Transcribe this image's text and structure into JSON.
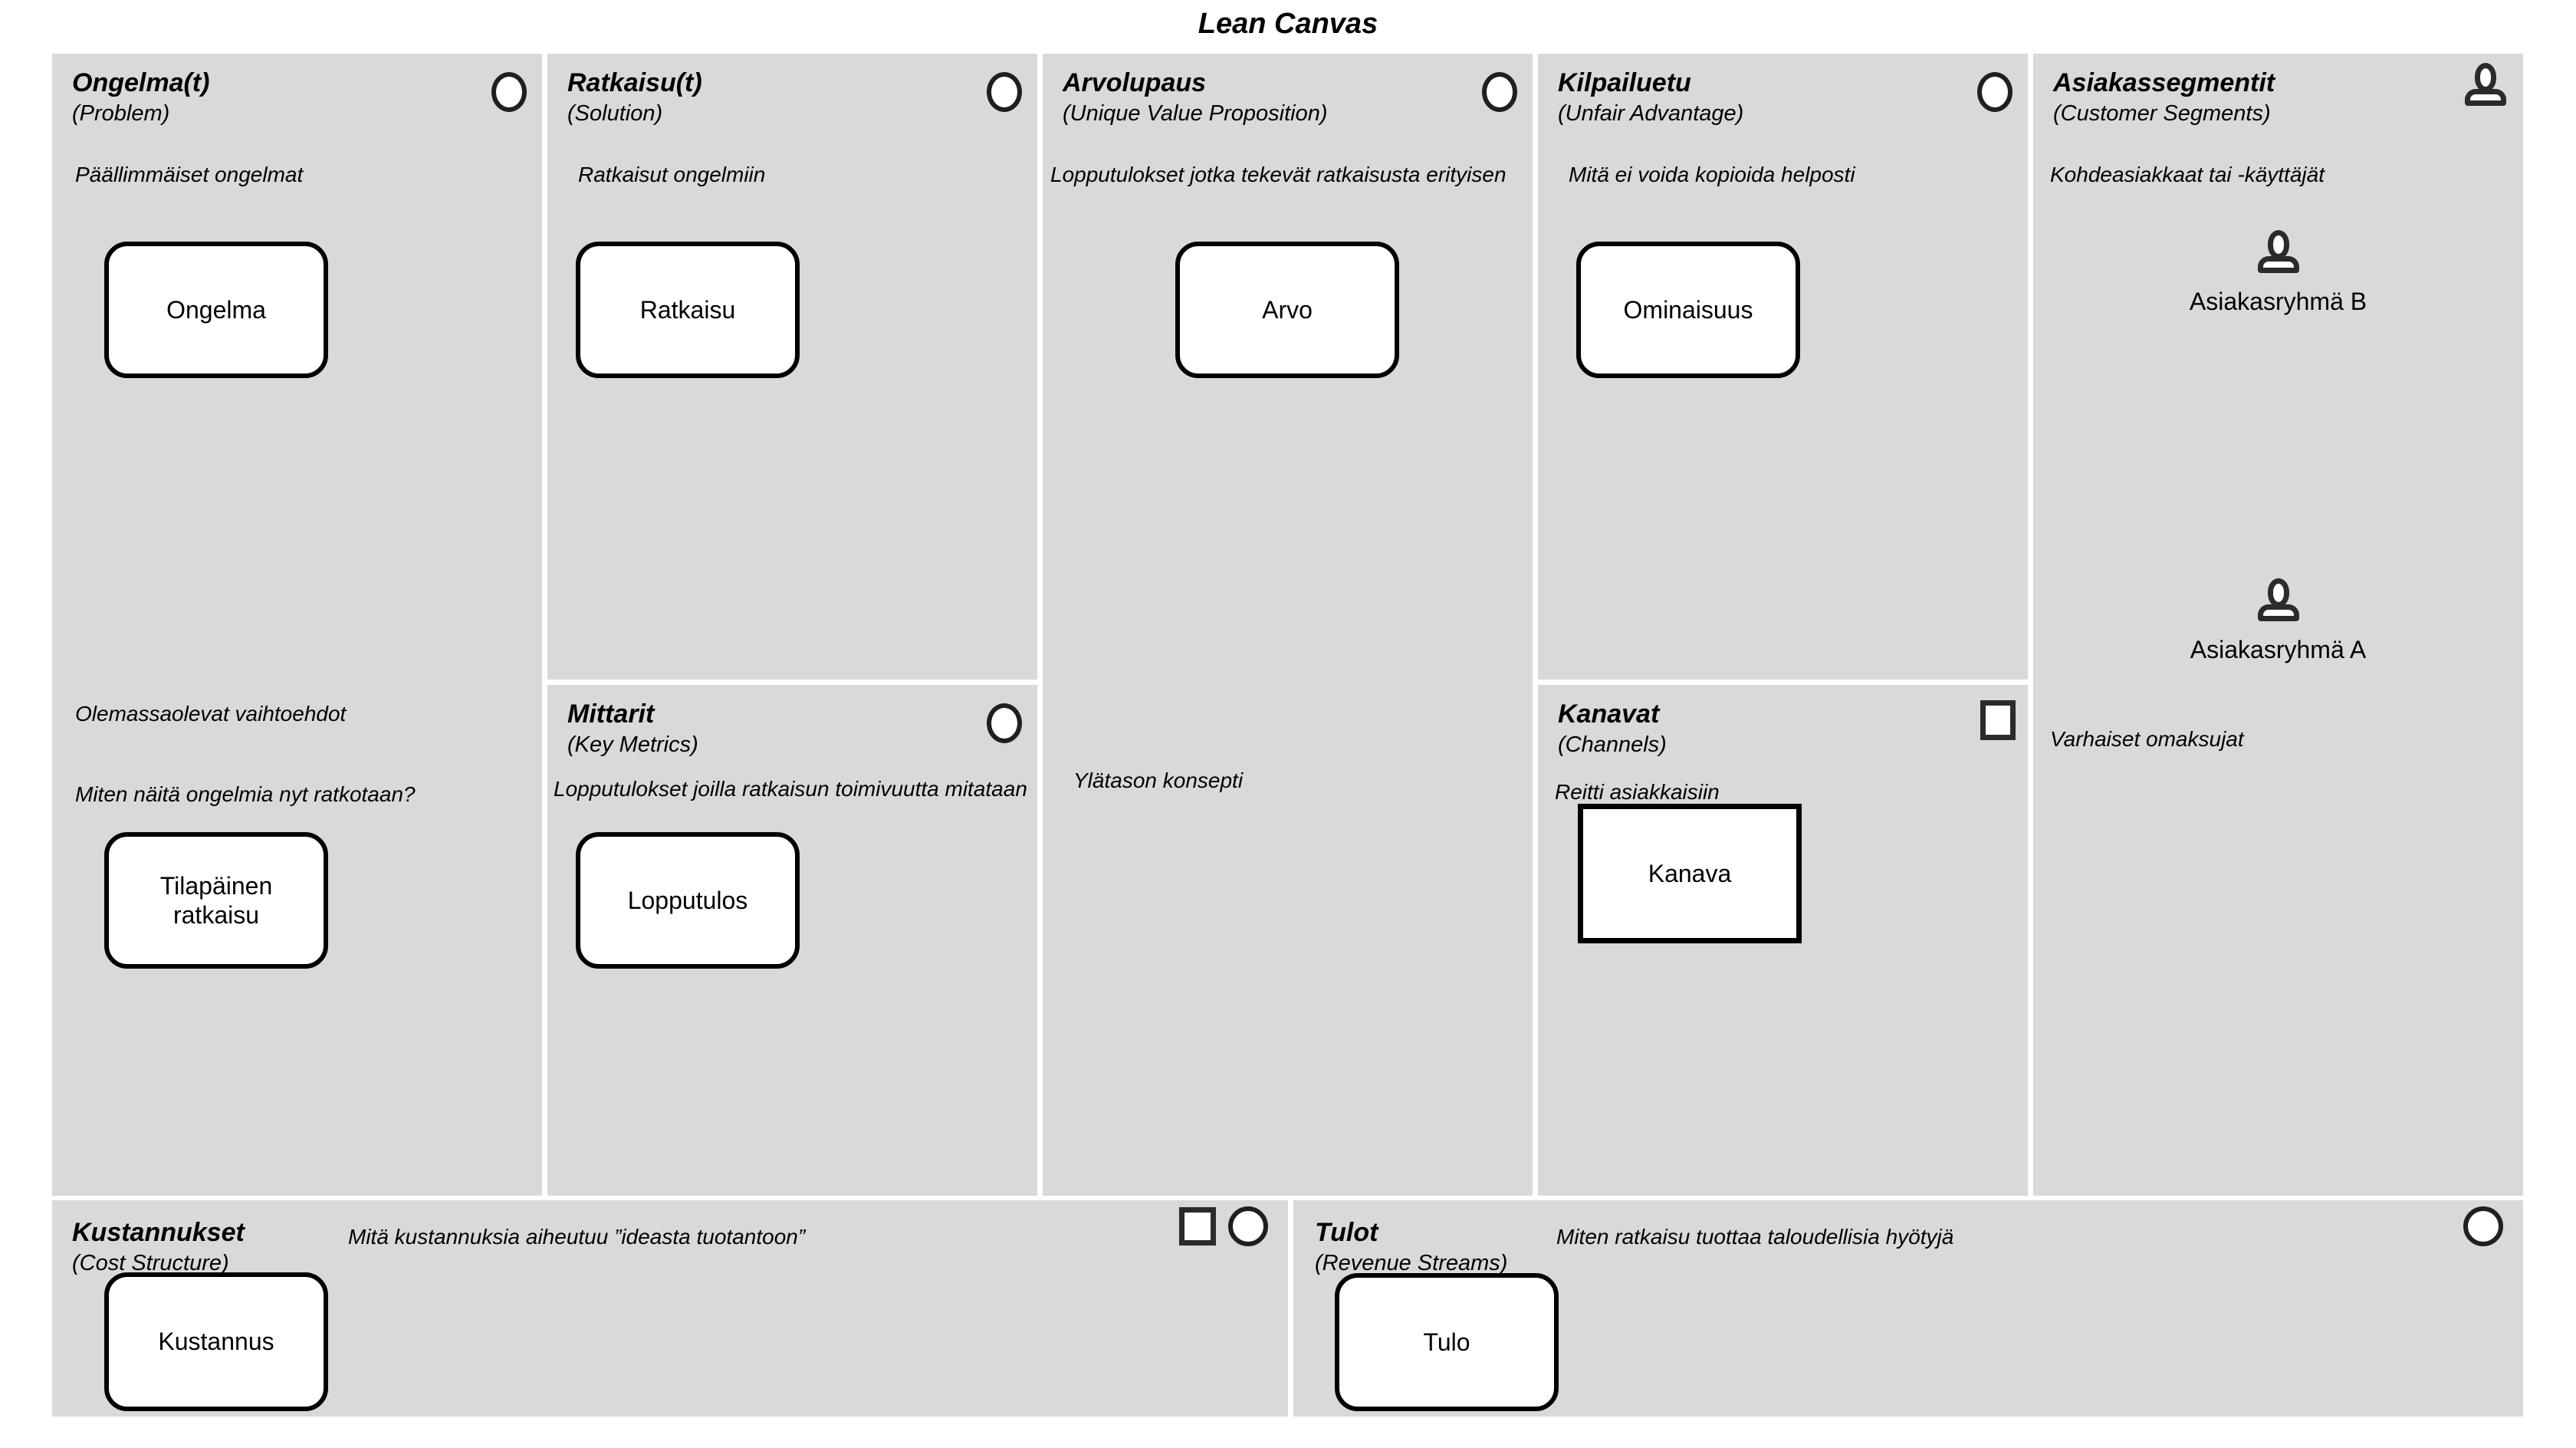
{
  "title": "Lean Canvas",
  "colors": {
    "section_bg": "#d9d9d9",
    "card_bg": "#ffffff",
    "stroke": "#000000",
    "icon_stroke": "#2b2b2b"
  },
  "sections": {
    "problem": {
      "title": "Ongelma(t)",
      "subtitle": "(Problem)",
      "hint": "Päällimmäiset ongelmat",
      "card": "Ongelma",
      "hint2": "Olemassaolevat vaihtoehdot",
      "hint3": "Miten näitä ongelmia nyt ratkotaan?",
      "card2": "Tilapäinen ratkaisu"
    },
    "solution": {
      "title": "Ratkaisu(t)",
      "subtitle": "(Solution)",
      "hint": "Ratkaisut ongelmiin",
      "card": "Ratkaisu"
    },
    "key_metrics": {
      "title": "Mittarit",
      "subtitle": "(Key Metrics)",
      "hint": "Lopputulokset joilla ratkaisun toimivuutta mitataan",
      "card": "Lopputulos"
    },
    "uvp": {
      "title": "Arvolupaus",
      "subtitle": "(Unique Value Proposition)",
      "hint": "Lopputulokset jotka tekevät ratkaisusta erityisen",
      "card": "Arvo",
      "hint2": "Ylätason konsepti"
    },
    "unfair_advantage": {
      "title": "Kilpailuetu",
      "subtitle": "(Unfair Advantage)",
      "hint": "Mitä ei voida kopioida helposti",
      "card": "Ominaisuus"
    },
    "channels": {
      "title": "Kanavat",
      "subtitle": "(Channels)",
      "hint": "Reitti asiakkaisiin",
      "card": "Kanava"
    },
    "customer_segments": {
      "title": "Asiakassegmentit",
      "subtitle": "(Customer Segments)",
      "hint": "Kohdeasiakkaat tai -käyttäjät",
      "group_b": "Asiakasryhmä B",
      "group_a": "Asiakasryhmä A",
      "hint2": "Varhaiset omaksujat"
    },
    "cost_structure": {
      "title": "Kustannukset",
      "subtitle": "(Cost Structure)",
      "hint": "Mitä kustannuksia aiheutuu ”ideasta tuotantoon”",
      "card": "Kustannus"
    },
    "revenue_streams": {
      "title": "Tulot",
      "subtitle": "(Revenue Streams)",
      "hint": "Miten ratkaisu tuottaa taloudellisia hyötyjä",
      "card": "Tulo"
    }
  }
}
